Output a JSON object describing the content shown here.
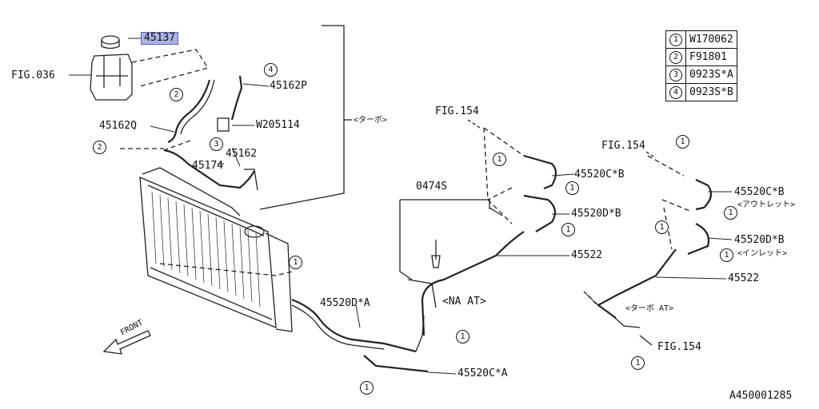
{
  "highlighted_part": "45137",
  "labels": {
    "fig036": "FIG.036",
    "p45162P": "45162P",
    "p45162Q": "45162Q",
    "w205114": "W205114",
    "turbo_bracket": "<ターボ>",
    "p45162": "45162",
    "p45174": "45174",
    "fig154_a": "FIG.154",
    "p45520CB_a": "45520C*B",
    "p0474S": "0474S",
    "p45520DB_a": "45520D*B",
    "p45522_a": "45522",
    "na_at": "<NA AT>",
    "p45520DA": "45520D*A",
    "p45520CA": "45520C*A",
    "front": "FRONT",
    "fig154_b": "FIG.154",
    "p45520CB_b": "45520C*B",
    "outlet": "<アウトレット>",
    "p45520DB_b": "45520D*B",
    "inlet": "<インレット>",
    "p45522_b": "45522",
    "turbo_at": "<ターボ AT>",
    "fig154_c": "FIG.154",
    "diagram_id": "A450001285"
  },
  "legend": [
    {
      "key": "1",
      "part": "W170062"
    },
    {
      "key": "2",
      "part": "F91801"
    },
    {
      "key": "3",
      "part": "0923S*A"
    },
    {
      "key": "4",
      "part": "0923S*B"
    }
  ],
  "callouts": {
    "c4_top": "4",
    "c2_hose": "2",
    "c2_left": "2",
    "c3": "3",
    "c1_fig154a": "1",
    "c1_cb": "1",
    "c1_db": "1",
    "c1_rad": "1",
    "c1_clip": "1",
    "c1_bottom": "1",
    "c1_r_top": "1",
    "c1_r_clip": "1",
    "c1_r_outlet": "1",
    "c1_r_inlet": "1",
    "c1_r_bottom": "1"
  }
}
